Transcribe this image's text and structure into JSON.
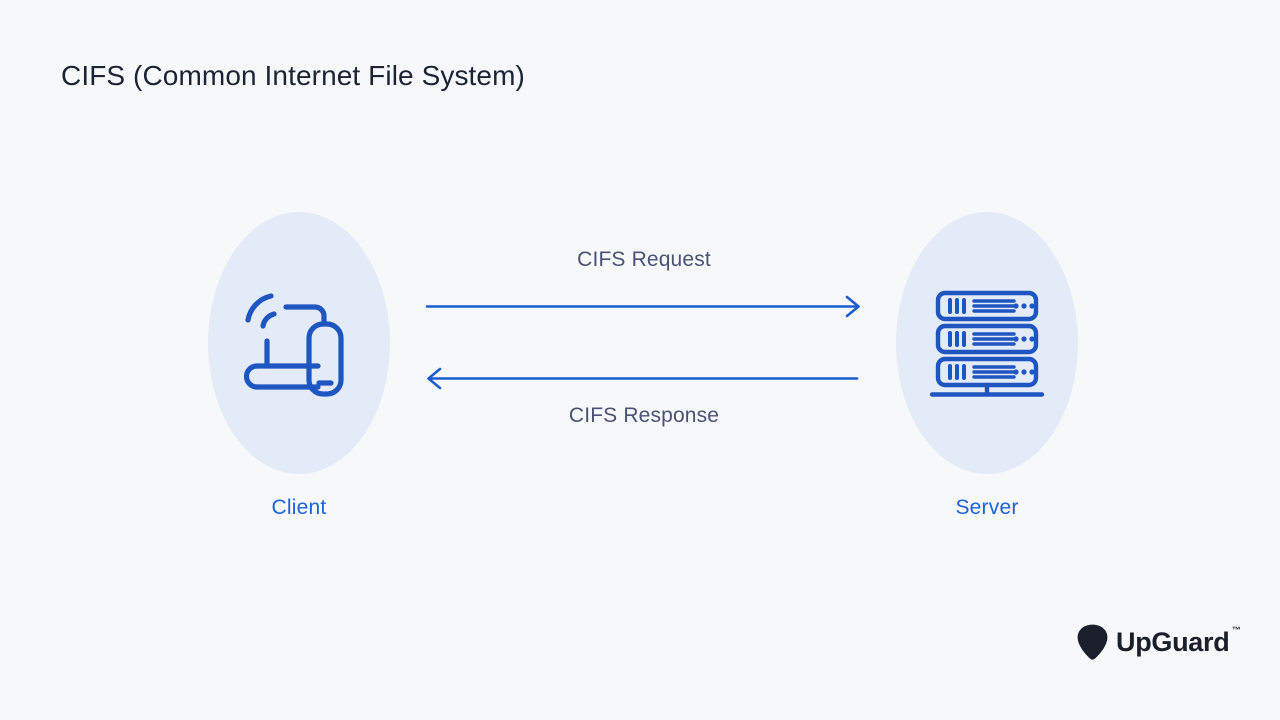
{
  "diagram": {
    "title": "CIFS (Common Internet File System)",
    "background_color": "#f7f8fa",
    "accent_color": "#1d62d8",
    "oval_color": "#e3eaf8",
    "label_color": "#4a5274",
    "nodes": [
      {
        "id": "client",
        "label": "Client",
        "icon": "router-device-icon"
      },
      {
        "id": "server",
        "label": "Server",
        "icon": "server-rack-icon"
      }
    ],
    "flows": [
      {
        "id": "request",
        "label": "CIFS Request",
        "direction": "client-to-server"
      },
      {
        "id": "response",
        "label": "CIFS Response",
        "direction": "server-to-client"
      }
    ]
  },
  "brand": {
    "name": "UpGuard",
    "trademark": "™",
    "mark": "upguard-pick-logo",
    "color": "#1b1e2b"
  }
}
